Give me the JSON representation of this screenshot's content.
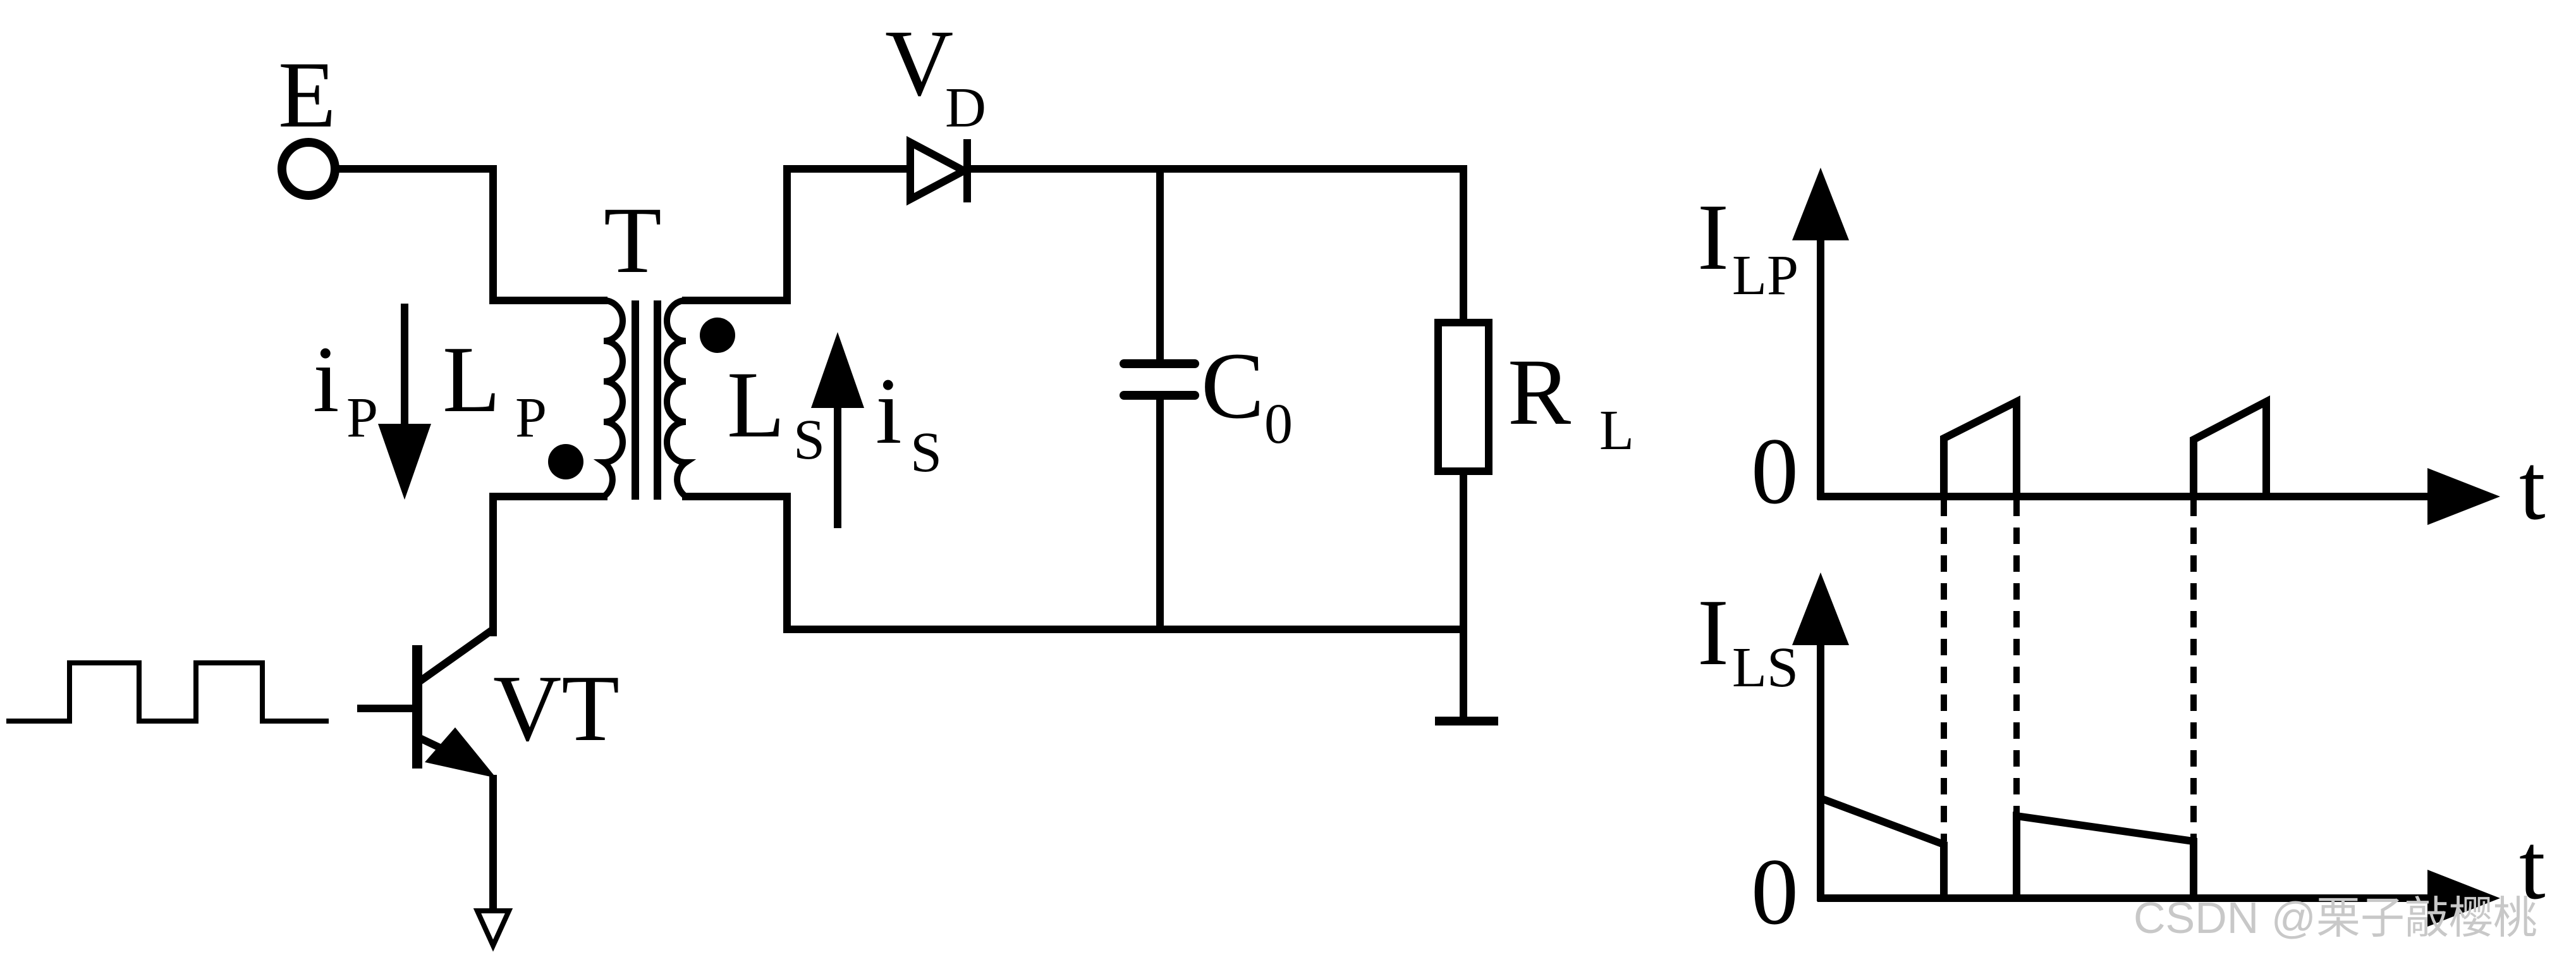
{
  "circuit": {
    "source_label": "E",
    "transformer_label": "T",
    "diode_label_main": "V",
    "diode_label_sub": "D",
    "capacitor_label_main": "C",
    "capacitor_label_sub": "0",
    "resistor_label_main": "R",
    "resistor_label_sub": "L",
    "transistor_label": "VT",
    "primary_current_main": "i",
    "primary_current_sub": "P",
    "primary_inductor_main": "L",
    "primary_inductor_sub": "P",
    "secondary_inductor_main": "L",
    "secondary_inductor_sub": "S",
    "secondary_current_main": "i",
    "secondary_current_sub": "S"
  },
  "waveform_top": {
    "ylabel_main": "I",
    "ylabel_sub": "LP",
    "xlabel": "t",
    "origin_label": "0"
  },
  "waveform_bottom": {
    "ylabel_main": "I",
    "ylabel_sub": "LS",
    "xlabel": "t",
    "origin_label": "0"
  },
  "watermark": "CSDN @栗子敲樱桃"
}
